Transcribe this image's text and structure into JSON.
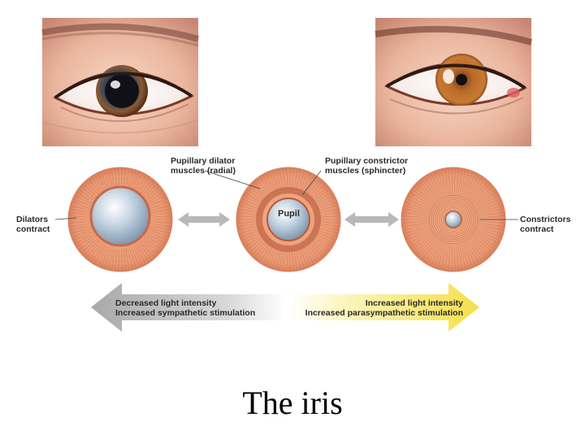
{
  "labels": {
    "dilator_muscles": [
      "Pupillary dilator",
      "muscles (radial)"
    ],
    "constrictor_muscles": [
      "Pupillary constrictor",
      "muscles (sphincter)"
    ],
    "dilators_contract": [
      "Dilators",
      "contract"
    ],
    "constrictors_contract": [
      "Constrictors",
      "contract"
    ],
    "pupil": "Pupil"
  },
  "arrows": {
    "decrease": [
      "Decreased light intensity",
      "Increased sympathetic stimulation"
    ],
    "increase": [
      "Increased light intensity",
      "Increased parasympathetic stimulation"
    ]
  },
  "title": "The iris",
  "colors": {
    "iris_orange": "#e8a07a",
    "iris_ring": "#c86a44",
    "pupil_blue": "#b8cde0",
    "arrow_gray": "#b8b8b8",
    "arrow_yellow": "#f6e65a",
    "brown_iris": "#a85a1e",
    "blue_iris": "#5a6a86"
  },
  "icons": [
    "dilated-eye-photo",
    "constricted-eye-photo",
    "double-headed-arrow-icon",
    "left-arrow-icon",
    "right-arrow-icon"
  ]
}
